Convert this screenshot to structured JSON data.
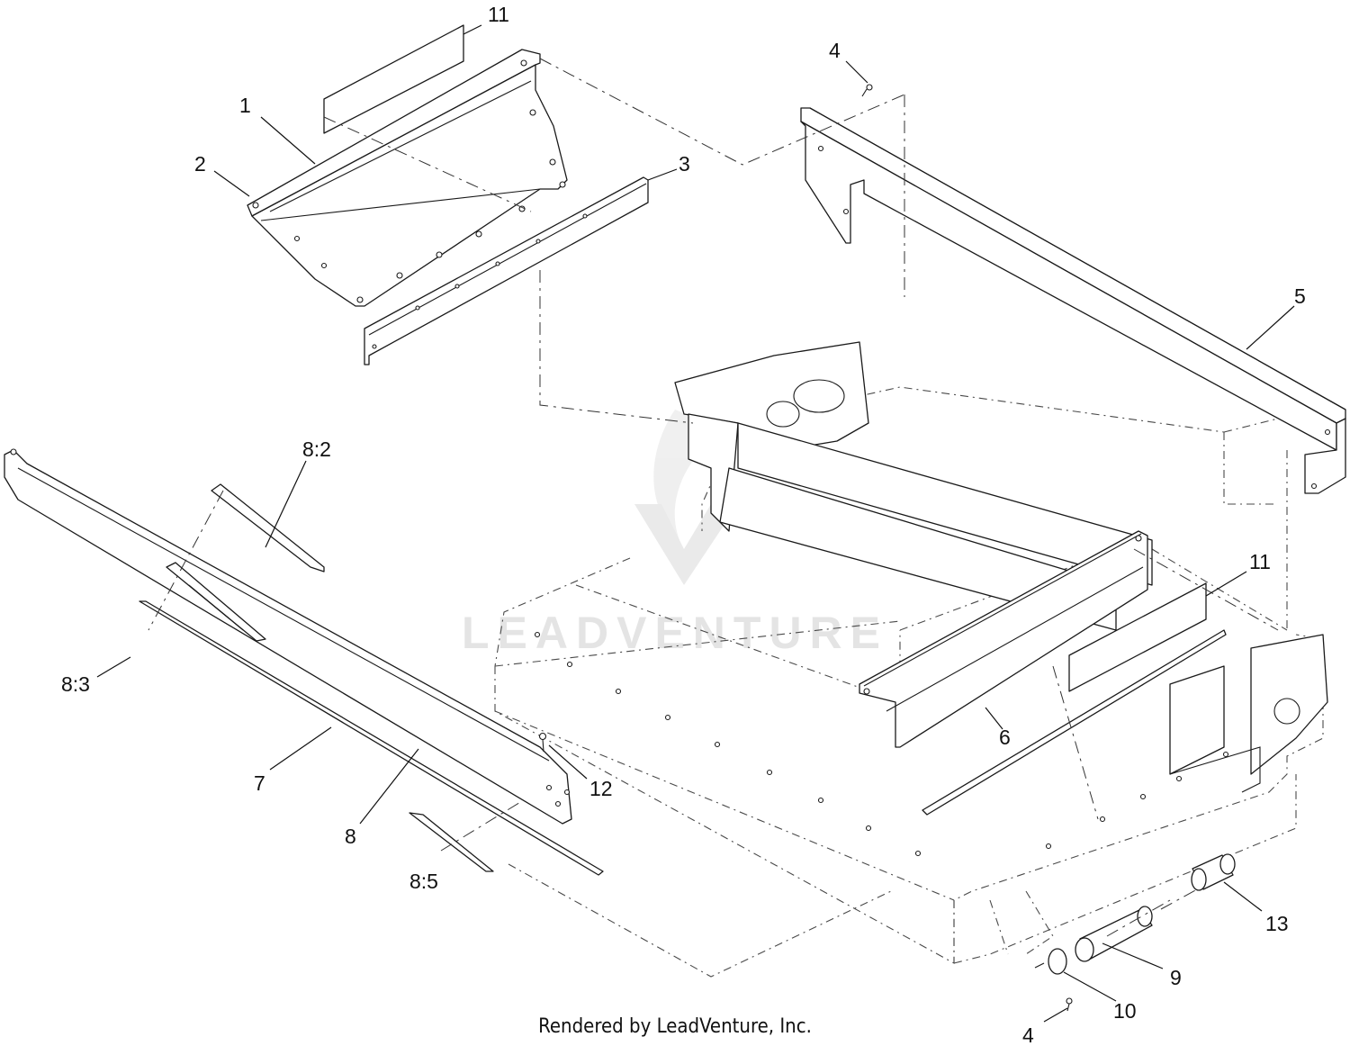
{
  "watermark": {
    "text": "LEADVENTURE"
  },
  "footer": {
    "text": "Rendered by LeadVenture, Inc."
  },
  "callouts": [
    {
      "id": "c11a",
      "label": "11"
    },
    {
      "id": "c1",
      "label": "1"
    },
    {
      "id": "c2",
      "label": "2"
    },
    {
      "id": "c3",
      "label": "3"
    },
    {
      "id": "c4a",
      "label": "4"
    },
    {
      "id": "c5",
      "label": "5"
    },
    {
      "id": "c82",
      "label": "8:2"
    },
    {
      "id": "c83",
      "label": "8:3"
    },
    {
      "id": "c7",
      "label": "7"
    },
    {
      "id": "c8",
      "label": "8"
    },
    {
      "id": "c85",
      "label": "8:5"
    },
    {
      "id": "c12",
      "label": "12"
    },
    {
      "id": "c11b",
      "label": "11"
    },
    {
      "id": "c6",
      "label": "6"
    },
    {
      "id": "c13",
      "label": "13"
    },
    {
      "id": "c9",
      "label": "9"
    },
    {
      "id": "c10",
      "label": "10"
    },
    {
      "id": "c4b",
      "label": "4"
    }
  ],
  "colors": {
    "line": "#1a1a1a",
    "watermark": "#e4e4e4",
    "background": "#ffffff"
  }
}
